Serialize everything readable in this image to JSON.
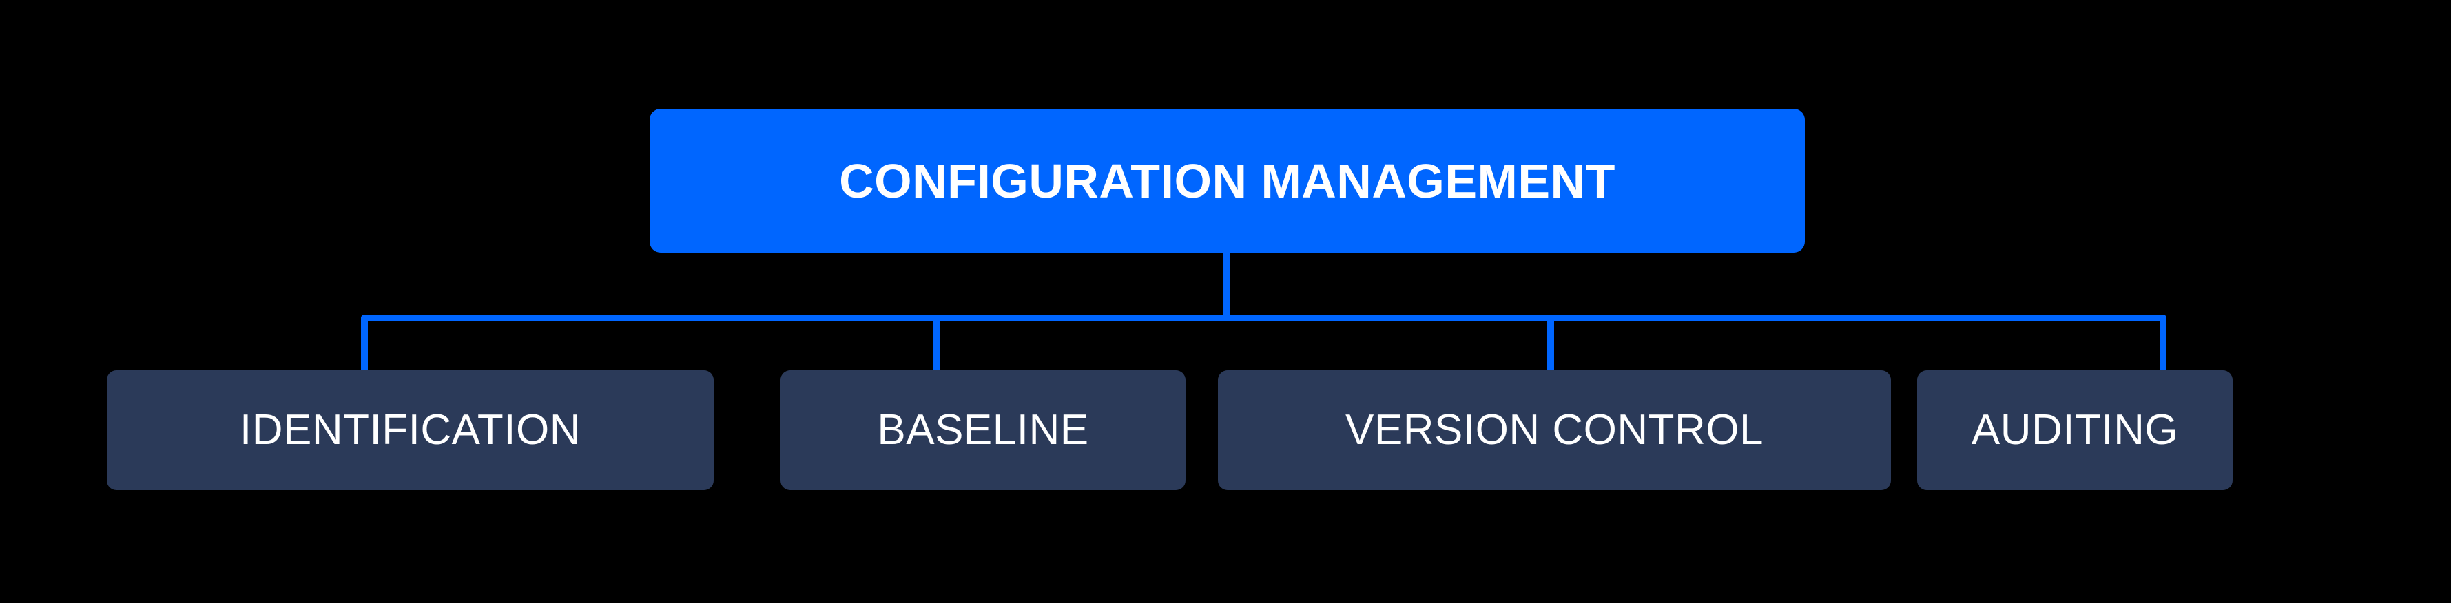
{
  "diagram": {
    "type": "hierarchy-tree",
    "background_color": "#000000",
    "root": {
      "label": "CONFIGURATION MANAGEMENT",
      "fill_color": "#0066FF",
      "text_color": "#FFFFFF"
    },
    "connector_color": "#0066FF",
    "children": [
      {
        "label": "IDENTIFICATION",
        "fill_color": "#2B3A59",
        "text_color": "#FFFFFF"
      },
      {
        "label": "BASELINE",
        "fill_color": "#2B3A59",
        "text_color": "#FFFFFF"
      },
      {
        "label": "VERSION CONTROL",
        "fill_color": "#2B3A59",
        "text_color": "#FFFFFF"
      },
      {
        "label": "AUDITING",
        "fill_color": "#2B3A59",
        "text_color": "#FFFFFF"
      }
    ]
  }
}
